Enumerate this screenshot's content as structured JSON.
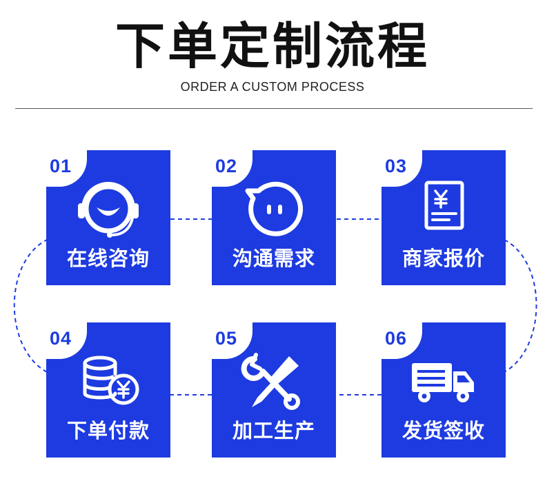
{
  "header": {
    "title": "下单定制流程",
    "subtitle": "ORDER A CUSTOM PROCESS"
  },
  "colors": {
    "accent": "#1d3be0",
    "text": "#111111"
  },
  "steps": [
    {
      "number": "01",
      "label": "在线咨询",
      "icon": "customer-service-headset-icon"
    },
    {
      "number": "02",
      "label": "沟通需求",
      "icon": "chat-bubble-face-icon"
    },
    {
      "number": "03",
      "label": "商家报价",
      "icon": "price-quote-document-icon"
    },
    {
      "number": "04",
      "label": "下单付款",
      "icon": "coin-stack-payment-icon"
    },
    {
      "number": "05",
      "label": "加工生产",
      "icon": "wrench-screwdriver-icon"
    },
    {
      "number": "06",
      "label": "发货签收",
      "icon": "delivery-truck-icon"
    }
  ]
}
